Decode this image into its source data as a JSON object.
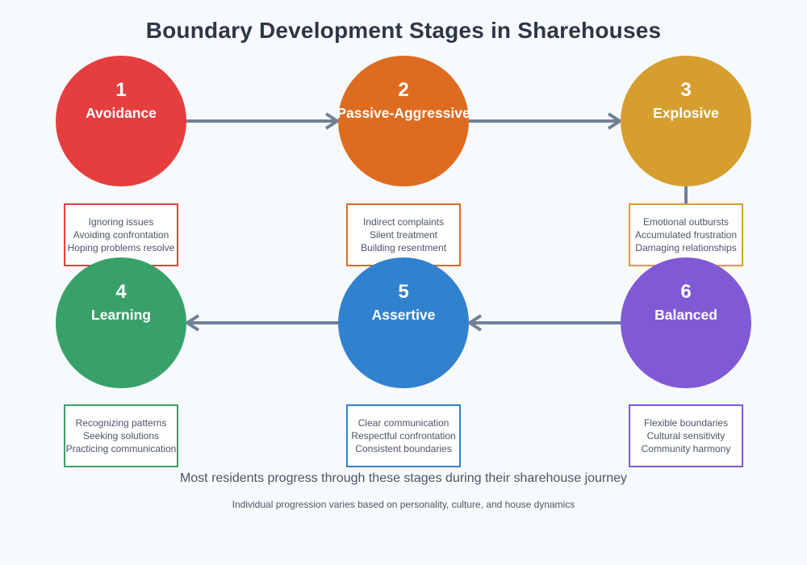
{
  "title": "Boundary Development Stages in Sharehouses",
  "caption": "Most residents progress through these stages during their sharehouse journey",
  "subcaption": "Individual progression varies based on personality, culture, and house dynamics",
  "colors": {
    "background": "#f7fafc",
    "arrow": "#718096",
    "title_text": "#2d3748",
    "body_text": "#4a5568",
    "circle_text": "#ffffff",
    "box_background": "#ffffff"
  },
  "stages": [
    {
      "number": "1",
      "label": "Avoidance",
      "color": "#e53e3e",
      "points": [
        "Ignoring issues",
        "Avoiding confrontation",
        "Hoping problems resolve"
      ]
    },
    {
      "number": "2",
      "label": "Passive-Aggressive",
      "color": "#dd6b20",
      "points": [
        "Indirect complaints",
        "Silent treatment",
        "Building resentment"
      ]
    },
    {
      "number": "3",
      "label": "Explosive",
      "color": "#d69e2e",
      "points": [
        "Emotional outbursts",
        "Accumulated frustration",
        "Damaging relationships"
      ]
    },
    {
      "number": "4",
      "label": "Learning",
      "color": "#38a169",
      "points": [
        "Recognizing patterns",
        "Seeking solutions",
        "Practicing communication"
      ]
    },
    {
      "number": "5",
      "label": "Assertive",
      "color": "#3182ce",
      "points": [
        "Clear communication",
        "Respectful confrontation",
        "Consistent boundaries"
      ]
    },
    {
      "number": "6",
      "label": "Balanced",
      "color": "#805ad5",
      "points": [
        "Flexible boundaries",
        "Cultural sensitivity",
        "Community harmony"
      ]
    }
  ]
}
